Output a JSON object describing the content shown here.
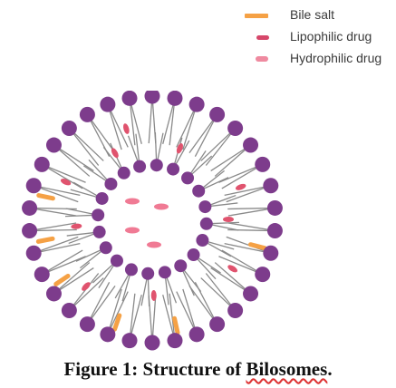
{
  "legend": {
    "items": [
      {
        "label": "Bile salt",
        "color": "#f5a145"
      },
      {
        "label": "Lipophilic drug",
        "color": "#d6476a"
      },
      {
        "label": "Hydrophilic drug",
        "color": "#ef8aa0"
      }
    ]
  },
  "diagram": {
    "lipid_head_color": "#7d3c8c",
    "tail_color": "#8a8a8a",
    "bile_salt_color": "#f5a145",
    "lipophilic_color": "#e0536e",
    "hydrophilic_color": "#f07a94"
  },
  "caption": {
    "prefix": "Figure 1: Structure of ",
    "highlight": "Bilosomes",
    "suffix": "."
  }
}
